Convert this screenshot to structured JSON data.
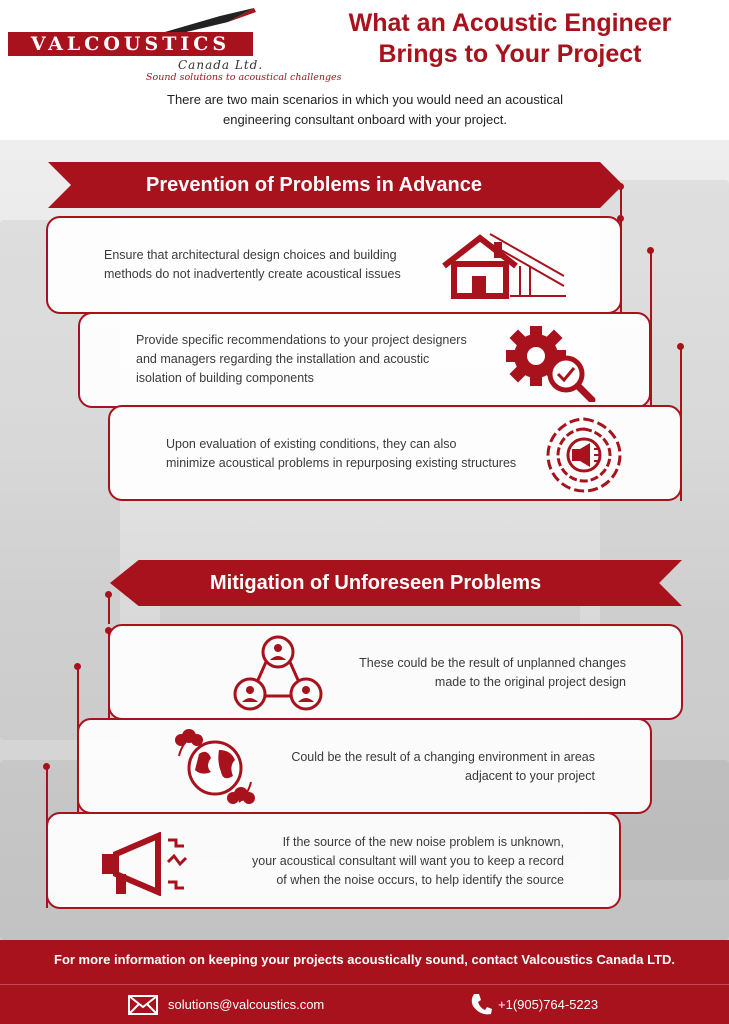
{
  "logo": {
    "brand": "VALCOUSTICS",
    "subtitle": "Canada Ltd.",
    "tagline": "Sound solutions to acoustical challenges"
  },
  "title": {
    "line1": "What an Acoustic Engineer",
    "line2": "Brings to Your Project"
  },
  "intro": {
    "line1": "There are two main scenarios in which you would need an acoustical",
    "line2": "engineering consultant onboard with your project."
  },
  "sections": [
    {
      "heading": "Prevention of Problems in Advance",
      "items": [
        {
          "lines": [
            "Ensure that architectural design choices and building",
            "methods do not inadvertently create acoustical issues"
          ],
          "icon": "house-blueprint-icon"
        },
        {
          "lines": [
            "Provide specific recommendations to your project designers",
            "and managers regarding the installation and acoustic",
            "isolation of building components"
          ],
          "icon": "gear-magnifier-check-icon"
        },
        {
          "lines": [
            "Upon evaluation of existing conditions, they can also",
            "minimize acoustical problems in repurposing existing structures"
          ],
          "icon": "speaker-sound-waves-icon"
        }
      ]
    },
    {
      "heading": "Mitigation of Unforeseen Problems",
      "items": [
        {
          "lines": [
            "These could be the result of unplanned changes",
            "made to the original project design"
          ],
          "icon": "team-network-icon"
        },
        {
          "lines": [
            "Could be the result of a changing environment in areas",
            "adjacent to your project"
          ],
          "icon": "globe-clouds-icon"
        },
        {
          "lines": [
            "If the source of the new noise problem is unknown,",
            "your acoustical consultant will want you to keep a record",
            "of when the noise occurs, to help identify the source"
          ],
          "icon": "megaphone-icon"
        }
      ]
    }
  ],
  "footer": {
    "info": "For more information on keeping your projects acoustically sound, contact Valcoustics Canada LTD.",
    "email": "solutions@valcoustics.com",
    "phone": "+1(905)764-5223"
  },
  "colors": {
    "brand_red": "#a8121c",
    "background_gray": "#e6e6e6"
  }
}
